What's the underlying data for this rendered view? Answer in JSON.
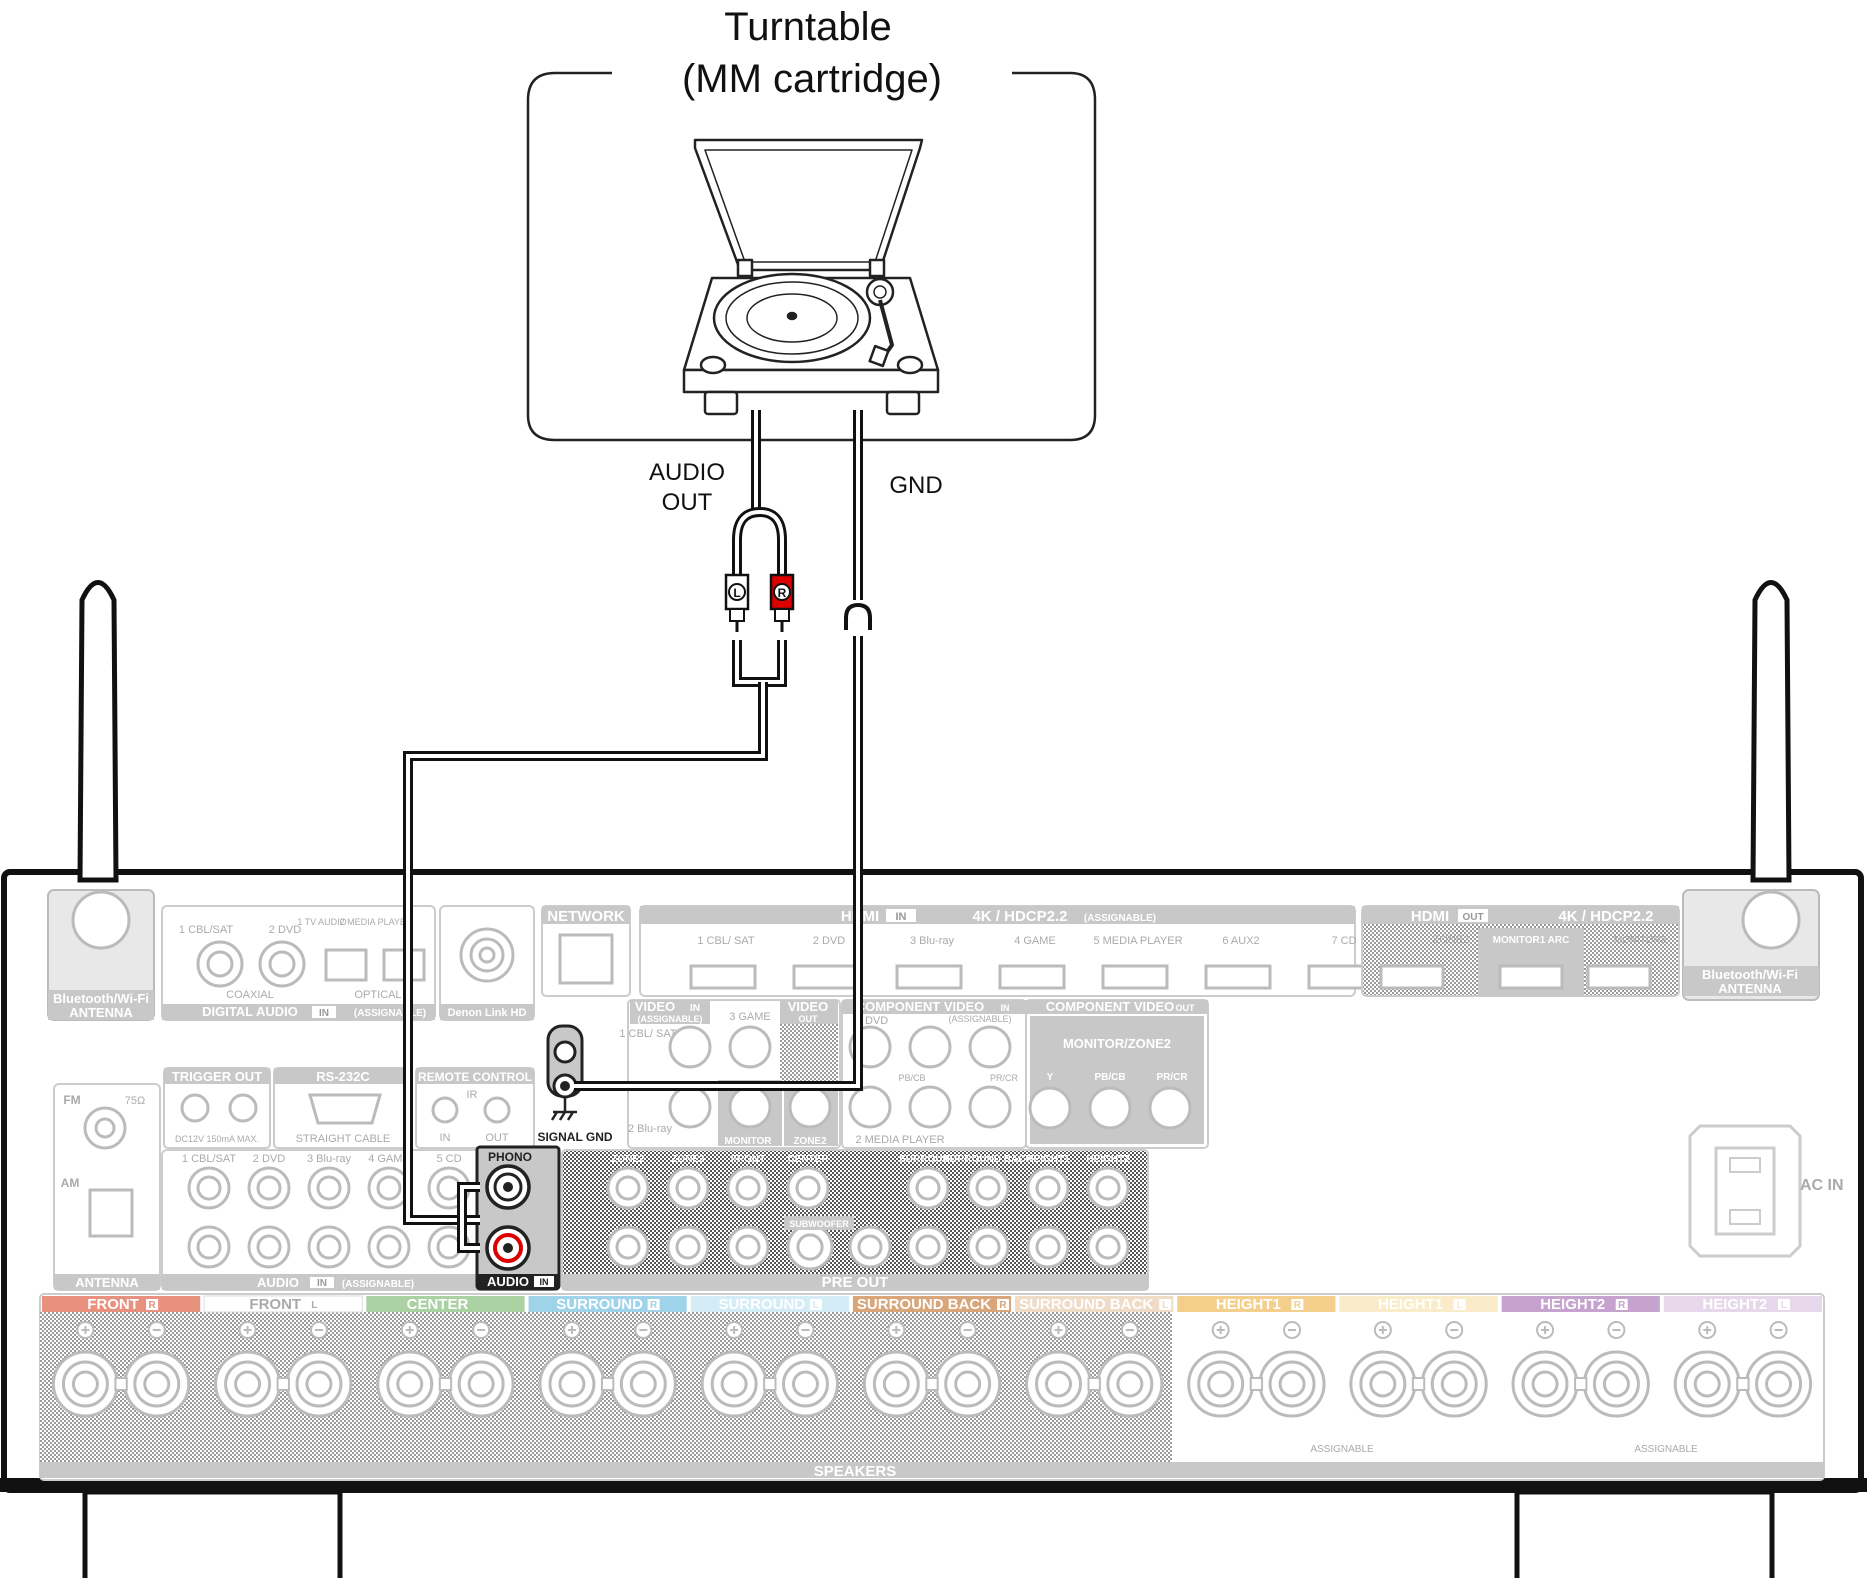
{
  "device": {
    "title_line1": "Turntable",
    "title_line2": "(MM cartridge)"
  },
  "cables": {
    "audio_out_line1": "AUDIO",
    "audio_out_line2": "OUT",
    "gnd": "GND",
    "plug_left": "L",
    "plug_right": "R"
  },
  "receiver": {
    "bt_antenna_left": "Bluetooth/Wi-Fi",
    "bt_antenna_left2": "ANTENNA",
    "bt_antenna_right": "Bluetooth/Wi-Fi",
    "bt_antenna_right2": "ANTENNA",
    "digital_audio": "DIGITAL AUDIO",
    "digital_in": "IN",
    "digital_assignable": "(ASSIGNABLE)",
    "coaxial": "COAXIAL",
    "optical": "OPTICAL",
    "dig_inputs": [
      "1 CBL/SAT",
      "2 DVD",
      "1 TV AUDIO",
      "2 MEDIA PLAYER"
    ],
    "denon_link": "Denon Link HD",
    "network": "NETWORK",
    "hdmi_in": "HDMI",
    "hdmi_in_tag": "IN",
    "hdmi_4k": "4K / HDCP2.2",
    "hdmi_assignable": "(ASSIGNABLE)",
    "hdmi_inputs": [
      "1 CBL/ SAT",
      "2 DVD",
      "3 Blu-ray",
      "4 GAME",
      "5 MEDIA PLAYER",
      "6 AUX2",
      "7 CD"
    ],
    "hdmi_out": "HDMI",
    "hdmi_out_tag": "OUT",
    "hdmi_out_4k": "4K / HDCP2.2",
    "hdmi_out_zones": [
      "ZONE2",
      "MONITOR1 ARC",
      "MONITOR2"
    ],
    "video_in": "VIDEO",
    "video_in_tag": "IN",
    "video_assignable": "(ASSIGNABLE)",
    "video_out": "VIDEO",
    "video_out_tag": "OUT",
    "video_inputs": [
      "1 CBL/ SAT",
      "3 GAME",
      "2 Blu-ray"
    ],
    "component_in": "COMPONENT VIDEO",
    "component_in_tag": "IN",
    "component_assignable": "(ASSIGNABLE)",
    "component_out": "COMPONENT VIDEO",
    "component_out_tag": "OUT",
    "component_dvd": "1 DVD",
    "component_media": "2 MEDIA PLAYER",
    "monitor_zone2": "MONITOR/ZONE2",
    "comp_channels": [
      "Y",
      "PB/CB",
      "PR/CR"
    ],
    "monitor": "MONITOR",
    "zone2": "ZONE2",
    "trigger_out": "TRIGGER OUT",
    "trigger_spec": "DC12V 150mA MAX.",
    "rs232c": "RS-232C",
    "straight_cable": "STRAIGHT CABLE",
    "remote_control": "REMOTE CONTROL",
    "remote_ir": "IR",
    "remote_in": "IN",
    "remote_out": "OUT",
    "signal_gnd": "SIGNAL GND",
    "fm": "FM",
    "fm_ohm": "75Ω",
    "am": "AM",
    "antenna": "ANTENNA",
    "audio_in": "AUDIO",
    "audio_in_tag": "IN",
    "audio_assignable": "(ASSIGNABLE)",
    "audio_inputs": [
      "1 CBL/SAT",
      "2 DVD",
      "3 Blu-ray",
      "4 GAME",
      "5 CD"
    ],
    "phono": "PHONO",
    "phono_audio": "AUDIO",
    "phono_in": "IN",
    "pre_out": "PRE OUT",
    "pre_out_channels": [
      "ZONE2",
      "ZONE3",
      "FRONT",
      "CENTER",
      "SURROUND",
      "SURROUND BACK",
      "HEIGHT1",
      "HEIGHT2"
    ],
    "subwoofer": "SUBWOOFER",
    "ac_in": "AC IN",
    "speakers": "SPEAKERS",
    "assignable": "ASSIGNABLE",
    "speaker_groups": [
      {
        "label": "FRONT",
        "side": "R",
        "color": "#e8917f"
      },
      {
        "label": "FRONT",
        "side": "L",
        "color": "#ffffff"
      },
      {
        "label": "CENTER",
        "side": "",
        "color": "#a9d1a1"
      },
      {
        "label": "SURROUND",
        "side": "R",
        "color": "#9fd3ea"
      },
      {
        "label": "SURROUND",
        "side": "L",
        "color": "#d4ecf6"
      },
      {
        "label": "SURROUND BACK",
        "side": "R",
        "color": "#d9a679"
      },
      {
        "label": "SURROUND BACK",
        "side": "L",
        "color": "#f0dcc6"
      },
      {
        "label": "HEIGHT1",
        "side": "R",
        "color": "#f4cf8b"
      },
      {
        "label": "HEIGHT1",
        "side": "L",
        "color": "#faecc8"
      },
      {
        "label": "HEIGHT2",
        "side": "R",
        "color": "#c6a2cf"
      },
      {
        "label": "HEIGHT2",
        "side": "L",
        "color": "#e6d8ea"
      }
    ]
  }
}
